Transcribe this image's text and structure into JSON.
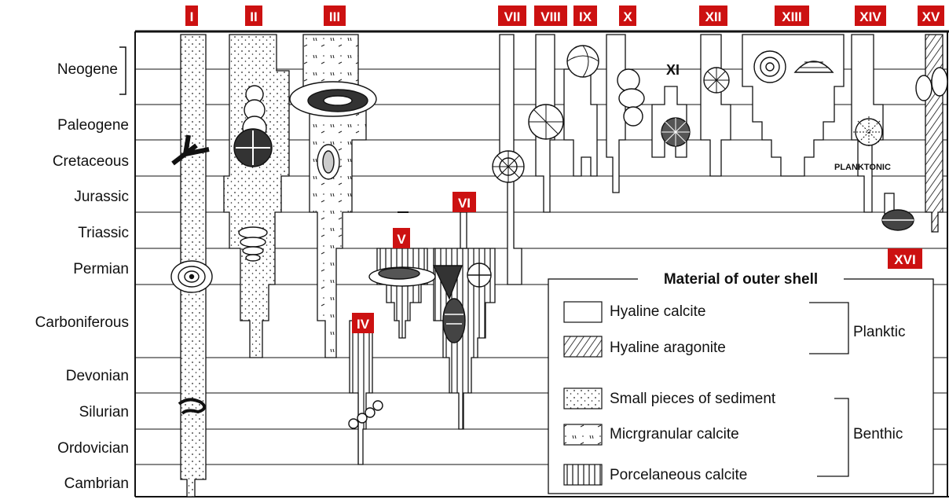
{
  "periods": [
    "Neogene",
    "Paleogene",
    "Cretaceous",
    "Jurassic",
    "Triassic",
    "Permian",
    "Carboniferous",
    "Devonian",
    "Silurian",
    "Ordovician",
    "Cambrian"
  ],
  "lineages": [
    "I",
    "II",
    "III",
    "IV",
    "V",
    "VI",
    "VII",
    "VIII",
    "IX",
    "X",
    "XI",
    "XII",
    "XIII",
    "XIV",
    "XV",
    "XVI"
  ],
  "plank_label": "PLANKTONIC",
  "legend": {
    "title": "Material of outer shell",
    "items": [
      "Hyaline calcite",
      "Hyaline aragonite",
      "Small pieces of sediment",
      "Micrgranular calcite",
      "Porcelaneous calcite"
    ],
    "groups": [
      "Planktic",
      "Benthic"
    ]
  },
  "colors": {
    "badge": "#cc1111",
    "ink": "#111111"
  }
}
